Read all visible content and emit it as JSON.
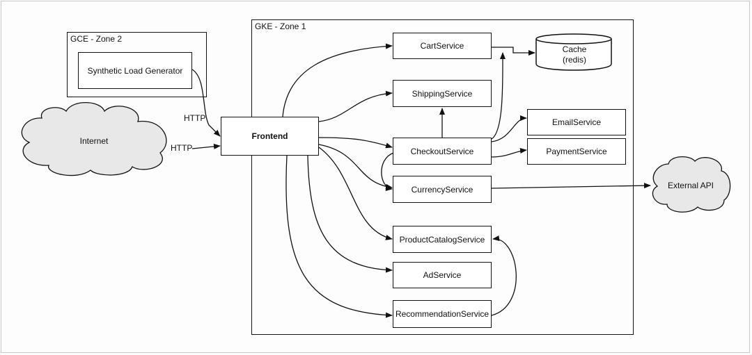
{
  "zones": {
    "gce": "GCE - Zone 2",
    "gke": "GKE - Zone 1"
  },
  "nodes": {
    "load_generator": "Synthetic Load Generator",
    "internet": "Internet",
    "frontend": "Frontend",
    "cart": "CartService",
    "cache_line1": "Cache",
    "cache_line2": "(redis)",
    "shipping": "ShippingService",
    "email": "EmailService",
    "checkout": "CheckoutService",
    "payment": "PaymentService",
    "currency": "CurrencyService",
    "external_api": "External API",
    "productcatalog": "ProductCatalogService",
    "ad": "AdService",
    "recommendation": "RecommendationService"
  },
  "edges": {
    "http_loadgen": "HTTP",
    "http_internet": "HTTP"
  }
}
